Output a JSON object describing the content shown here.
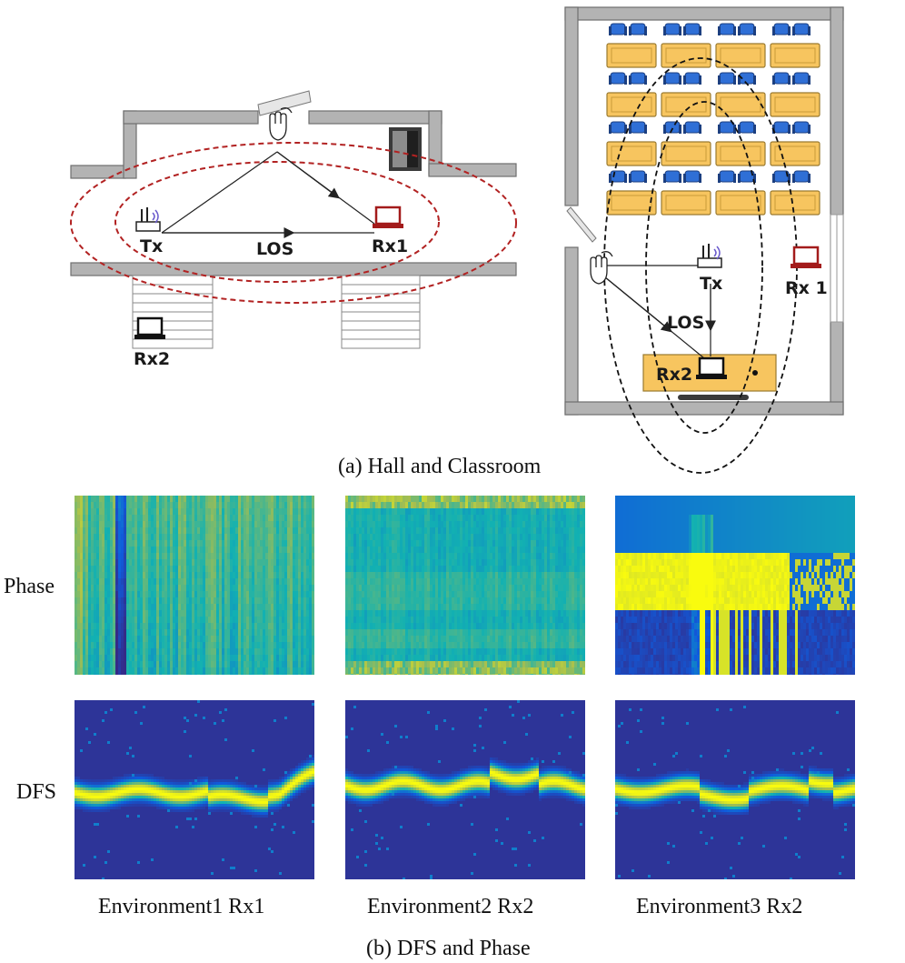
{
  "panel_a": {
    "caption": "(a) Hall and Classroom",
    "hall": {
      "tx_label": "Tx",
      "rx1_label": "Rx1",
      "rx2_label": "Rx2",
      "los_label": "LOS"
    },
    "classroom": {
      "tx_label": "Tx",
      "rx1_label": "Rx 1",
      "rx2_label": "Rx2",
      "los_label": "LOS"
    }
  },
  "panel_b": {
    "caption": "(b) DFS and Phase",
    "row_labels": [
      "Phase",
      "DFS"
    ],
    "column_labels": [
      "Environment1 Rx1",
      "Environment2 Rx2",
      "Environment3 Rx2"
    ]
  },
  "colors": {
    "wall": "#a6a6a6",
    "ellipse_hall": "#b22222",
    "ellipse_classroom": "#111111",
    "desk": "#f7c55f",
    "chair": "#2f6fd6",
    "heat_low": "#3b2bb0",
    "heat_mid": "#1fb7b0",
    "heat_high": "#f5e21e",
    "rx1_device": "#a31b1b"
  },
  "icons": [
    "router-icon",
    "laptop-icon",
    "hand-gesture-icon",
    "door-icon",
    "window-icon",
    "chair-icon",
    "desk-icon"
  ]
}
